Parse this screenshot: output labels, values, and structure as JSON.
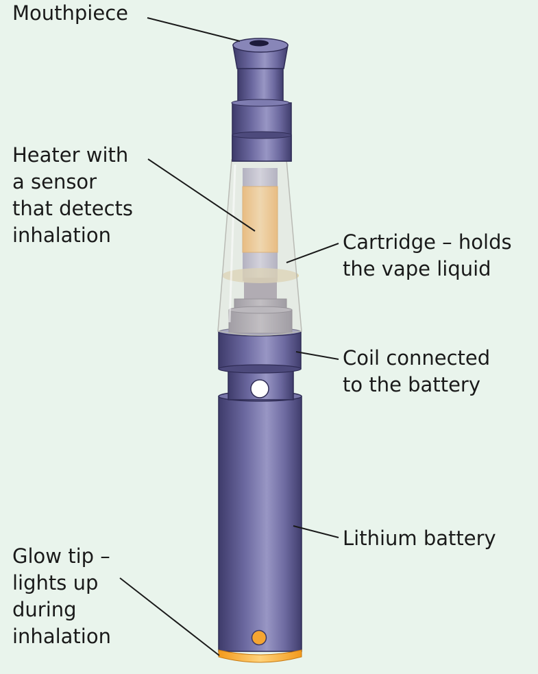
{
  "background_color": "#e9f4ec",
  "device_color": "#5d5a8c",
  "liquid_color": "#f5b85c",
  "glow_color": "#f6a531",
  "labels": {
    "mouthpiece": [
      "Mouthpiece"
    ],
    "heater": [
      "Heater with",
      "a sensor",
      "that detects",
      "inhalation"
    ],
    "cartridge": [
      "Cartridge – holds",
      "the vape liquid"
    ],
    "coil": [
      "Coil connected",
      "to the battery"
    ],
    "battery": [
      "Lithium battery"
    ],
    "glow_tip": [
      "Glow tip –",
      "lights up",
      "during",
      "inhalation"
    ]
  }
}
